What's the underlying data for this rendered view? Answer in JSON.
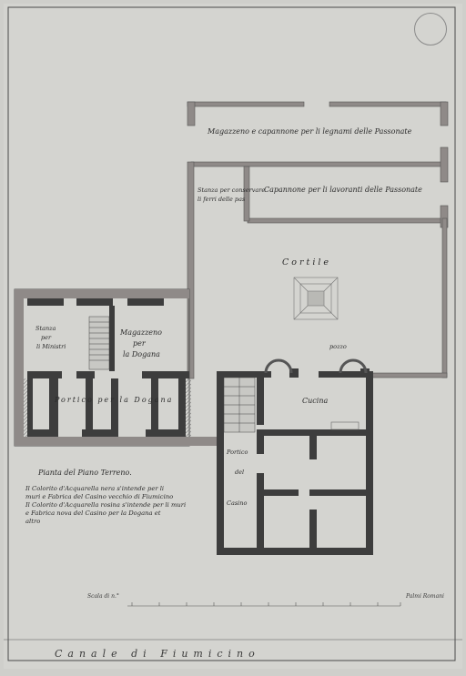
{
  "labels": {
    "magazzeno_top": "Magazzeno e capannone per li legnami delle Passonate",
    "stanza_ferri_1": "Stanza per conservare",
    "stanza_ferri_2": "li ferri delle pas",
    "capannone": "Capannone per li lavoranti delle Passonate",
    "cortile": "Cortile",
    "stanza_ministri_1": "Stanza",
    "stanza_ministri_2": "per",
    "stanza_ministri_3": "li Ministri",
    "magazzeno_dogana_1": "Magazzeno",
    "magazzeno_dogana_2": "per",
    "magazzeno_dogana_3": "la Dogana",
    "portico_dogana": "Portico per la Dogana",
    "pozzo": "pozzo",
    "cucina": "Cucina",
    "portico_casino_1": "Portico",
    "portico_casino_2": "del",
    "portico_casino_3": "Casino"
  },
  "legend": {
    "title": "Pianta del Piano Terreno.",
    "line1": "Il Colorito d'Acquarella nera s'intende per li",
    "line2": "muri e Fabrica del Casino vecchio di Fiumicino",
    "line3": "Il Colorito d'Acquarella rosina s'intende per li muri",
    "line4": "e Fabrica nova del Casino per la Dogana et",
    "line5": "altro"
  },
  "scale": {
    "left": "Scala di n.°",
    "right": "Palmi Romani"
  },
  "canale": "Canale di Fiumicino",
  "colors": {
    "paper": "#cfcfcb",
    "wall_dark": "#3d3d3d",
    "wall_rose": "#8f8a88",
    "ink": "#2b2b2b"
  }
}
